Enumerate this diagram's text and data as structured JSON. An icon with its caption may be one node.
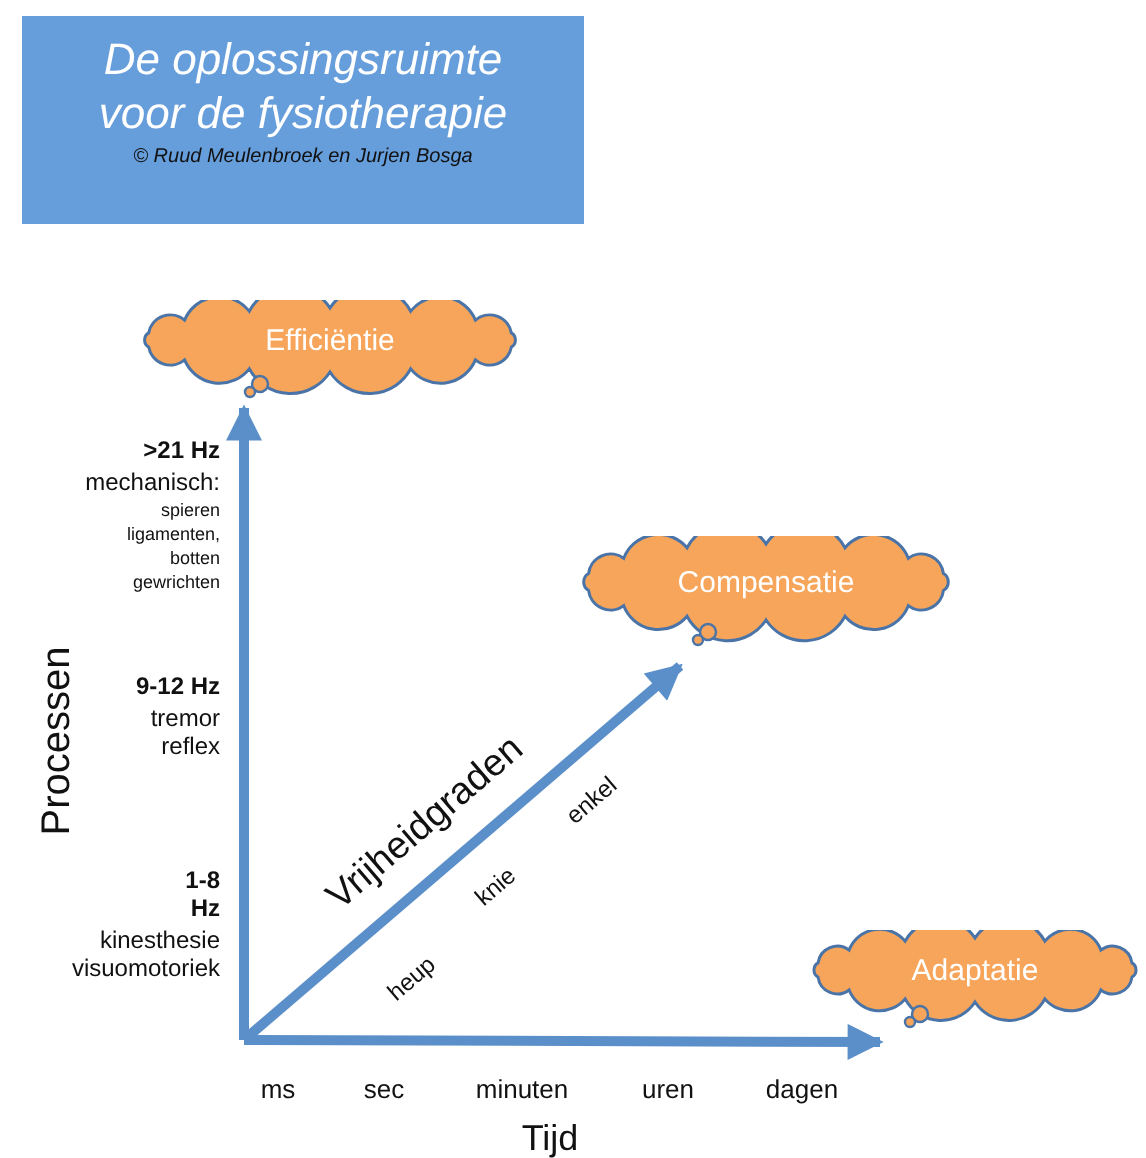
{
  "diagram": {
    "title": "De oplossingsruimte voor de fysiotherapie",
    "nodes": [
      {
        "text": [
          "Efficiëntie"
        ]
      },
      {
        "text": [
          "Compensatie"
        ]
      },
      {
        "text": [
          "Adaptatie"
        ]
      }
    ],
    "edges": [
      {
        "from": null,
        "to": 0,
        "arrow": "to"
      },
      {
        "from": null,
        "to": 1,
        "arrow": "to",
        "label": "Vrijheidgraden"
      },
      {
        "from": null,
        "to": 2,
        "arrow": "to"
      }
    ],
    "labels": [
      "© Ruud Meulenbroek en Jurjen Bosga",
      ">21 Hz",
      "mechanisch:",
      "spieren ligamenten, botten gewrichten",
      "9-12 Hz",
      "tremor reflex",
      "1-8 Hz",
      "kinesthesie visuomotoriek",
      "Processen",
      "enkel",
      "knie",
      "heup",
      "ms",
      "sec",
      "minuten",
      "uren",
      "dagen",
      "Tijd"
    ]
  }
}
